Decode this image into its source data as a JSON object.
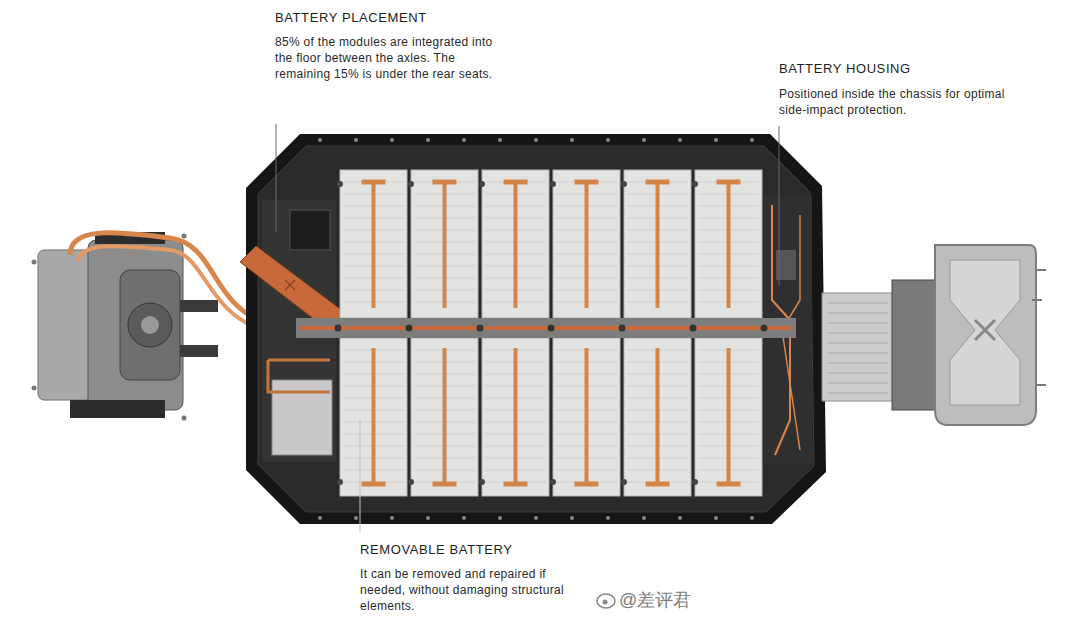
{
  "diagram": {
    "labels": [
      "BATTERY PLACEMENT",
      "85% of the modules are integrated into the floor between the axles. The remaining 15% is under the rear seats.",
      "BATTERY HOUSING",
      "Positioned inside the chassis for optimal side-impact protection.",
      "REMOVABLE BATTERY",
      "It can be removed and repaired if needed, without damaging structural elements.",
      "@差评君"
    ]
  }
}
